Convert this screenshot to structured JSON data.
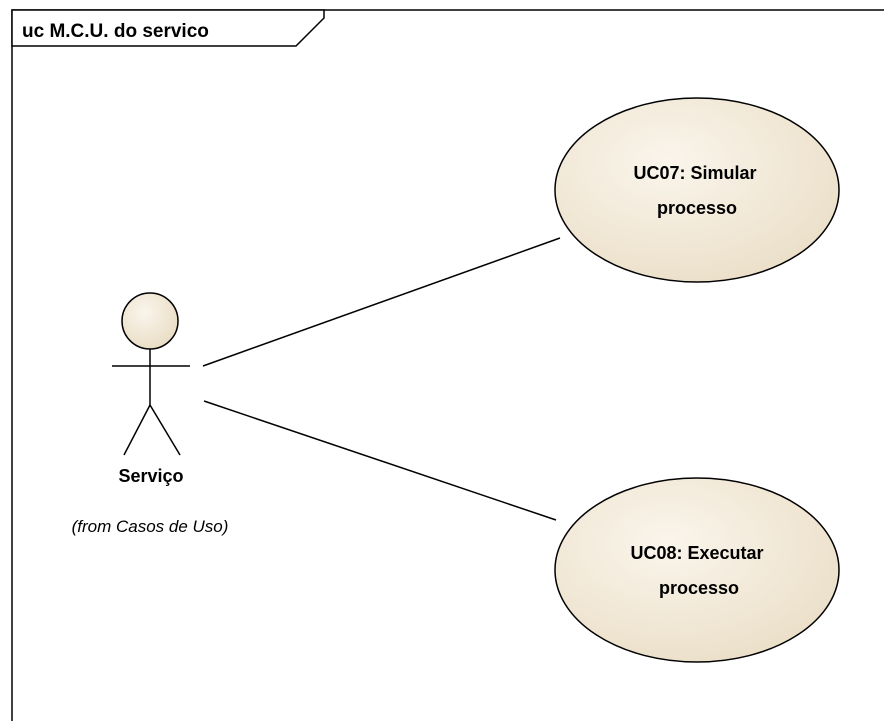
{
  "frame": {
    "title": "uc M.C.U. do servico"
  },
  "actor": {
    "name": "Serviço",
    "source": "(from Casos de Uso)"
  },
  "use_cases": [
    {
      "line1": "UC07: Simular",
      "line2": "processo"
    },
    {
      "line1": "UC08: Executar",
      "line2": "processo"
    }
  ],
  "colors": {
    "use_case_fill": "#efe5d2",
    "use_case_fill_highlight": "#faf5ec",
    "actor_head_fill": "#efe5d2",
    "stroke": "#000000"
  }
}
